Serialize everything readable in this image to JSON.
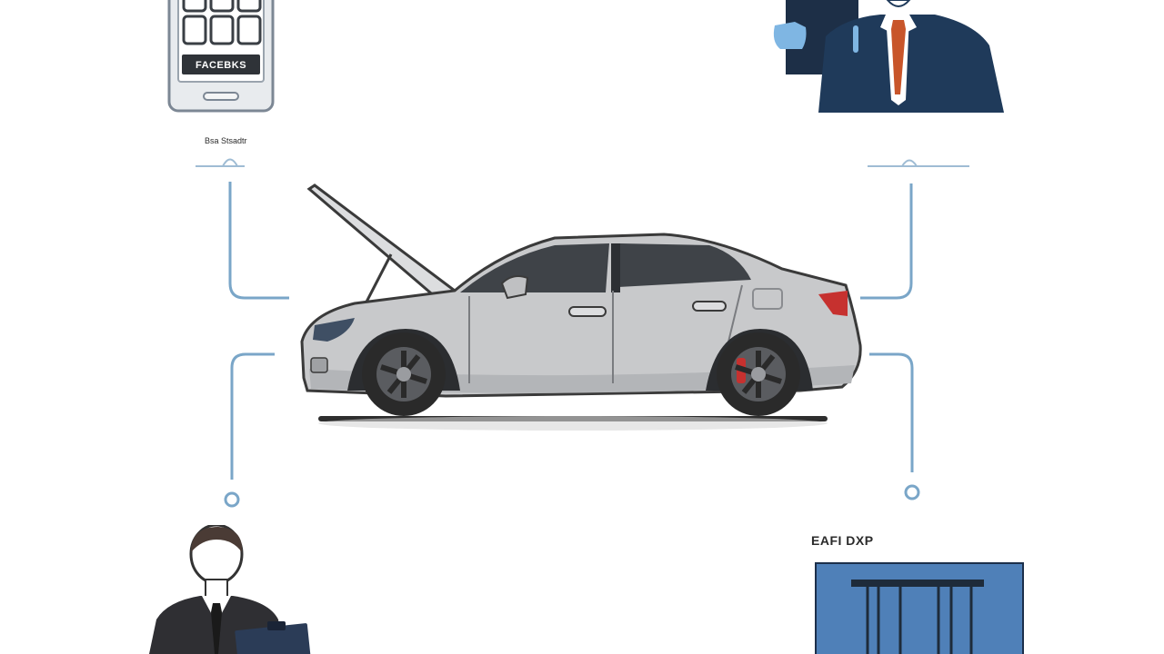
{
  "phone": {
    "screen_label": "FACEBKS"
  },
  "labels": {
    "top_left_caption": "Bsa Stsadtr",
    "bottom_right_caption": "EAFI DXP"
  },
  "colors": {
    "connector": "#7aa6c8",
    "car_body": "#c8c9cb",
    "suit_navy": "#1f3a5a",
    "tie_orange": "#c8552a",
    "glove_blue": "#7fb6e3",
    "panel_blue": "#4f80b8"
  }
}
